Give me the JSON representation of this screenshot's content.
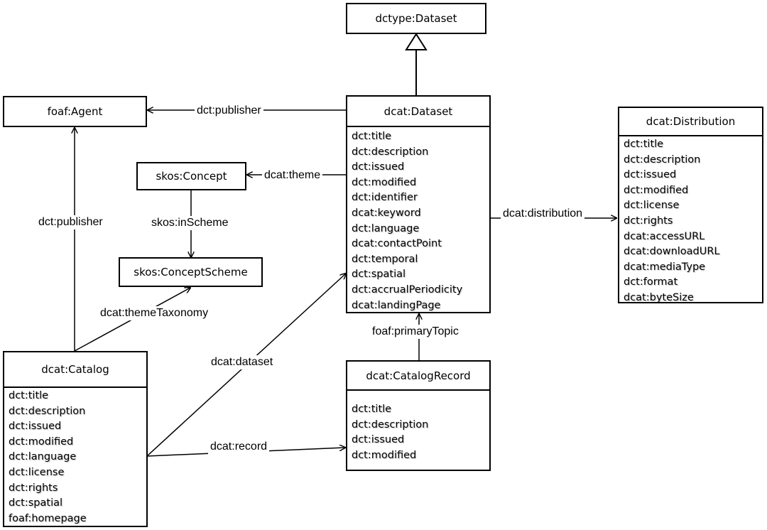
{
  "classes": {
    "dctype_dataset": {
      "title": "dctype:Dataset"
    },
    "foaf_agent": {
      "title": "foaf:Agent"
    },
    "skos_concept": {
      "title": "skos:Concept"
    },
    "skos_conceptscheme": {
      "title": "skos:ConceptScheme"
    },
    "dcat_dataset": {
      "title": "dcat:Dataset",
      "attributes": [
        "dct:title",
        "dct:description",
        "dct:issued",
        "dct:modified",
        "dct:identifier",
        "dcat:keyword",
        "dct:language",
        "dcat:contactPoint",
        "dct:temporal",
        "dct:spatial",
        "dct:accrualPeriodicity",
        "dcat:landingPage"
      ]
    },
    "dcat_distribution": {
      "title": "dcat:Distribution",
      "attributes": [
        "dct:title",
        "dct:description",
        "dct:issued",
        "dct:modified",
        "dct:license",
        "dct:rights",
        "dcat:accessURL",
        "dcat:downloadURL",
        "dcat:mediaType",
        "dct:format",
        "dcat:byteSize"
      ]
    },
    "dcat_catalog": {
      "title": "dcat:Catalog",
      "attributes": [
        "dct:title",
        "dct:description",
        "dct:issued",
        "dct:modified",
        "dct:language",
        "dct:license",
        "dct:rights",
        "dct:spatial",
        "foaf:homepage"
      ]
    },
    "dcat_catalogrecord": {
      "title": "dcat:CatalogRecord",
      "attributes": [
        "dct:title",
        "dct:description",
        "dct:issued",
        "dct:modified"
      ]
    }
  },
  "relations": {
    "dataset_publisher": "dct:publisher",
    "catalog_publisher": "dct:publisher",
    "theme": "dcat:theme",
    "in_scheme": "skos:inScheme",
    "theme_taxonomy": "dcat:themeTaxonomy",
    "distribution": "dcat:distribution",
    "dataset": "dcat:dataset",
    "record": "dcat:record",
    "primary_topic": "foaf:primaryTopic"
  }
}
